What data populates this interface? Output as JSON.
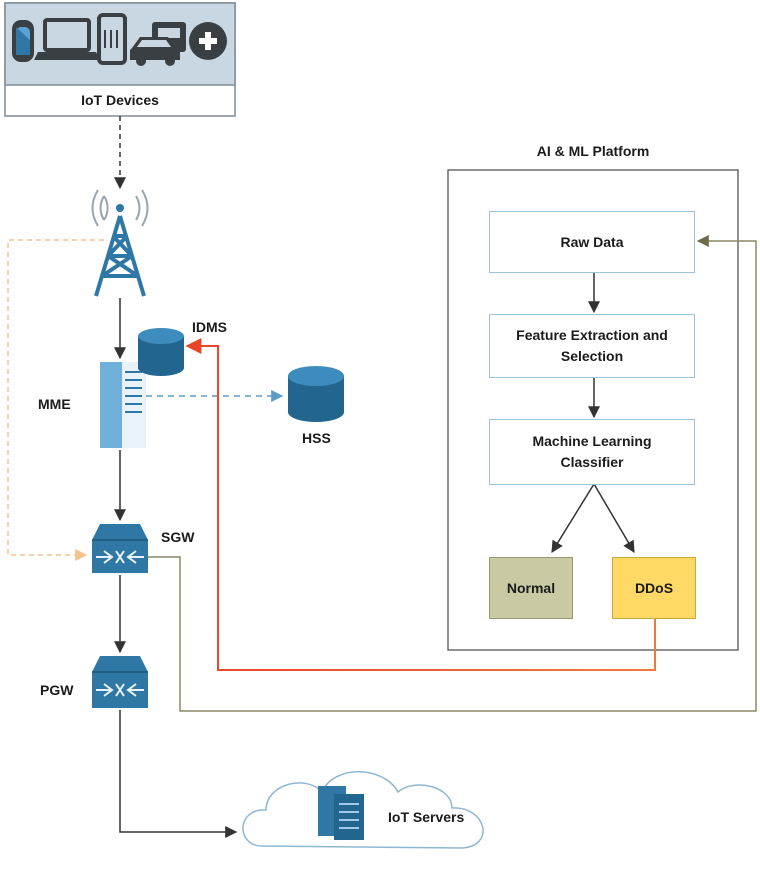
{
  "iot_devices": {
    "label": "IoT Devices",
    "icons": [
      "smartwatch-icon",
      "laptop-icon",
      "smartphone-icon",
      "vehicle-icon",
      "add-icon"
    ]
  },
  "network": {
    "mme": "MME",
    "idms": "IDMS",
    "hss": "HSS",
    "sgw": "SGW",
    "pgw": "PGW",
    "iot_servers": "IoT Servers"
  },
  "platform": {
    "title": "AI & ML Platform",
    "raw_data": "Raw Data",
    "feature_extraction": "Feature Extraction and Selection",
    "classifier": "Machine Learning Classifier",
    "normal": "Normal",
    "ddos": "DDoS"
  },
  "colors": {
    "device_panel": "#c9d7e2",
    "equipment_blue": "#2f78a6",
    "normal_fill": "#c9c9a3",
    "ddos_fill": "#ffd966",
    "alert_line": "#f06a3c",
    "feedback_line": "#8a8866",
    "dashed_orange": "#f5c28c",
    "dashed_blue": "#5b9cc4"
  }
}
